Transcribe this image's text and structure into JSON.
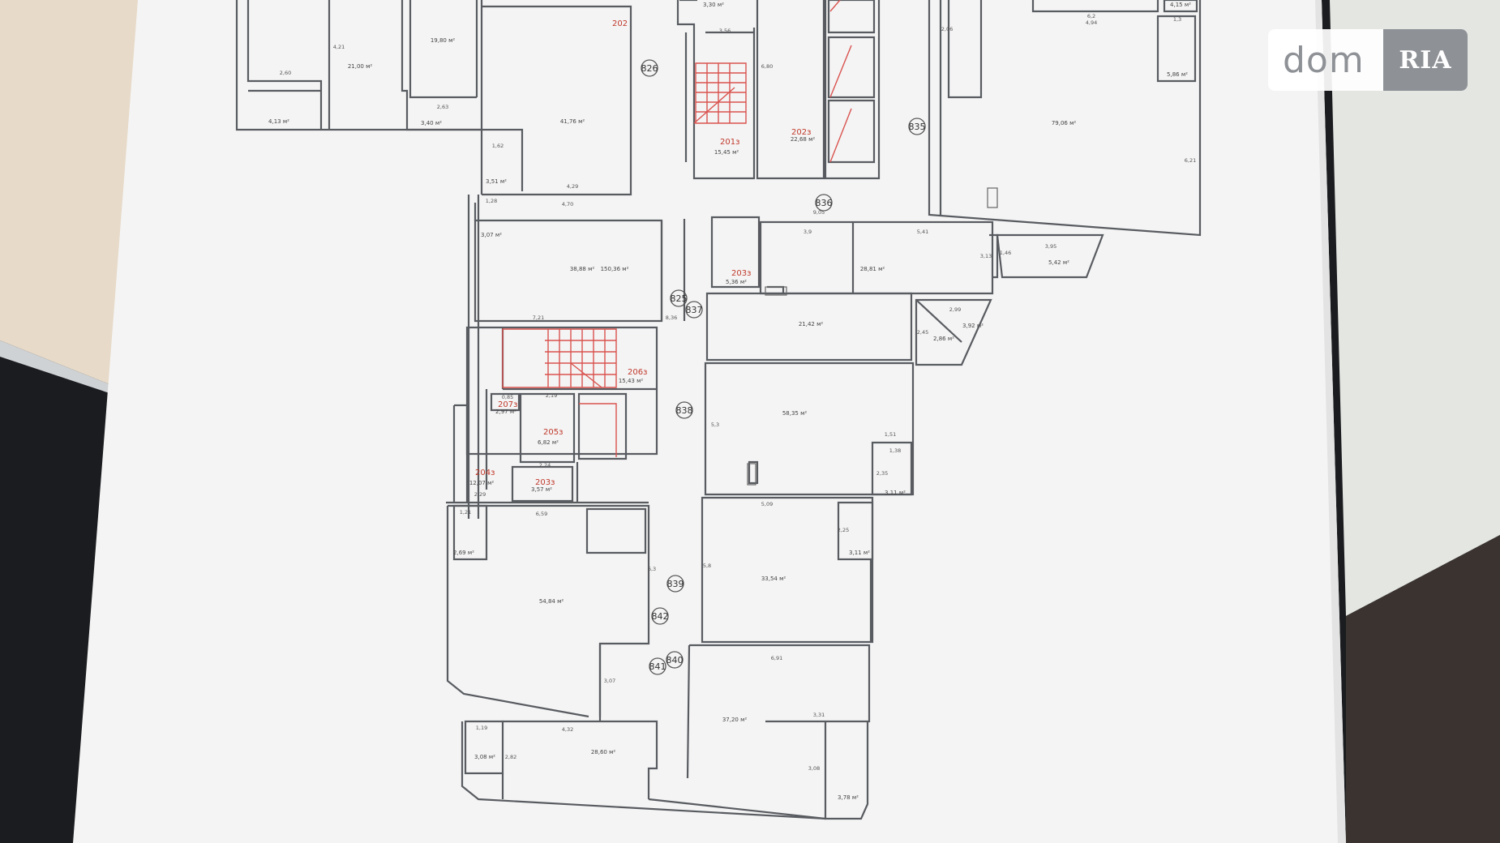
{
  "watermark": {
    "text": "dom",
    "badge": "RIA"
  },
  "colors": {
    "desk_wood": "#e9dccb",
    "desk_dark": "#17181b",
    "paper": "#f5f5f5",
    "wall": "#55585d",
    "label_red": "#c0392b",
    "stair_red": "#d9534f"
  },
  "plan": {
    "circled_numbers": [
      "826",
      "835",
      "836",
      "825",
      "837",
      "838",
      "839",
      "842",
      "841",
      "840"
    ],
    "red_labels": [
      "202",
      "201з",
      "202з",
      "203з",
      "206з",
      "207з",
      "205з",
      "204з",
      "203з"
    ],
    "room_areas": [
      "21,00 м²",
      "19,80 м²",
      "41,76 м²",
      "4,13 м²",
      "3,40 м²",
      "3,51 м²",
      "3,07 м²",
      "15,45 м²",
      "22,68 м²",
      "79,06 м²",
      "5,42 м²",
      "150,36 м²",
      "5,36 м²",
      "28,81 м²",
      "21,42 м²",
      "2,86 м²",
      "3,92 м²",
      "15,43 м²",
      "58,35 м²",
      "6,82 м²",
      "2,97 м²",
      "12,07 м²",
      "3,57 м²",
      "3,11 м²",
      "54,84 м²",
      "2,69 м²",
      "33,54 м²",
      "3,11 м²",
      "37,20 м²",
      "28,60 м²",
      "3,08 м²",
      "3,78 м²",
      "5,86 м²",
      "4,15 м²",
      "3,30 м²",
      "38,88 м²"
    ],
    "dimensions": [
      "2,60",
      "2,63",
      "4,29",
      "4,70",
      "7,21",
      "1,28",
      "1,62",
      "9,05",
      "3,9",
      "5,41",
      "1,46",
      "6,2",
      "3,95",
      "2,99",
      "6,59",
      "5,09",
      "1,38",
      "1,51",
      "6,91",
      "4,32",
      "1,19",
      "1,21",
      "2,24",
      "2,19",
      "0,85",
      "2,29",
      "3,31",
      "3,56",
      "4,94",
      "1,3",
      "6,21",
      "3,13",
      "2,45",
      "5,3",
      "5,8",
      "6,3",
      "2,82",
      "3,07",
      "2,35",
      "2,25",
      "3,08",
      "2,06",
      "8,36",
      "6,80",
      "4,21"
    ]
  }
}
